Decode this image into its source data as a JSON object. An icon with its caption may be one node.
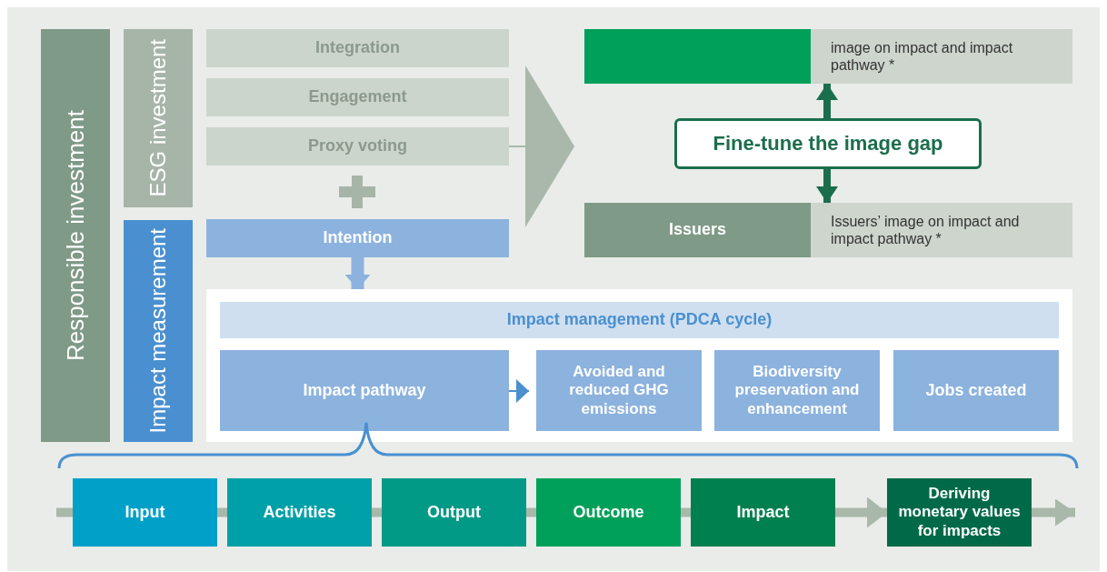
{
  "diagram": {
    "nodes": [
      {
        "text": [
          "Responsible investment"
        ]
      },
      {
        "text": [
          "ESG investment"
        ]
      },
      {
        "text": [
          "Integration"
        ]
      },
      {
        "text": [
          "Engagement"
        ]
      },
      {
        "text": [
          "Proxy voting"
        ]
      },
      {
        "text": [
          "Intention"
        ]
      },
      {
        "text": [
          "Impact measurement"
        ]
      },
      {
        "text": [],
        "shape": "box"
      },
      {
        "text": [
          "Impact management (PDCA cycle)"
        ],
        "in": 7
      },
      {
        "text": [
          "Impact pathway"
        ],
        "in": 7
      },
      {
        "text": [
          "Avoided and reduced GHG emissions"
        ],
        "in": 7
      },
      {
        "text": [
          "Biodiversity preservation and enhancement"
        ],
        "in": 7
      },
      {
        "text": [
          "Jobs created"
        ],
        "in": 7
      },
      {
        "text": [],
        "shape": "box"
      },
      {
        "text": [
          "image on impact and impact pathway *"
        ]
      },
      {
        "text": [
          "Fine-tune the image gap"
        ]
      },
      {
        "text": [
          "Issuers"
        ]
      },
      {
        "text": [
          "Issuers’ image on impact and impact pathway *"
        ]
      },
      {
        "text": [
          "Input"
        ]
      },
      {
        "text": [
          "Activities"
        ]
      },
      {
        "text": [
          "Output"
        ]
      },
      {
        "text": [
          "Outcome"
        ]
      },
      {
        "text": [
          "Impact"
        ]
      },
      {
        "text": [
          "Deriving monetary values for impacts"
        ]
      }
    ],
    "edges": [
      {
        "from": 5,
        "to": 7,
        "arrow": "to",
        "color": "#8cb2de"
      },
      {
        "from": 4,
        "to": null,
        "arrow": "to"
      },
      {
        "from": 15,
        "to": 13,
        "arrow": "to",
        "color": "#1b6e4c"
      },
      {
        "from": 15,
        "to": 16,
        "arrow": "to",
        "color": "#1b6e4c"
      },
      {
        "from": 9,
        "to": 10,
        "arrow": "to",
        "color": "#4a90d0"
      },
      {
        "from": null,
        "to": 18,
        "arrow": "none"
      },
      {
        "from": 18,
        "to": 19,
        "arrow": "none"
      },
      {
        "from": 19,
        "to": 20,
        "arrow": "none"
      },
      {
        "from": 20,
        "to": 21,
        "arrow": "none"
      },
      {
        "from": 21,
        "to": 22,
        "arrow": "none"
      },
      {
        "from": 22,
        "to": 23,
        "arrow": "to"
      },
      {
        "from": 23,
        "to": null,
        "arrow": "to"
      }
    ]
  }
}
